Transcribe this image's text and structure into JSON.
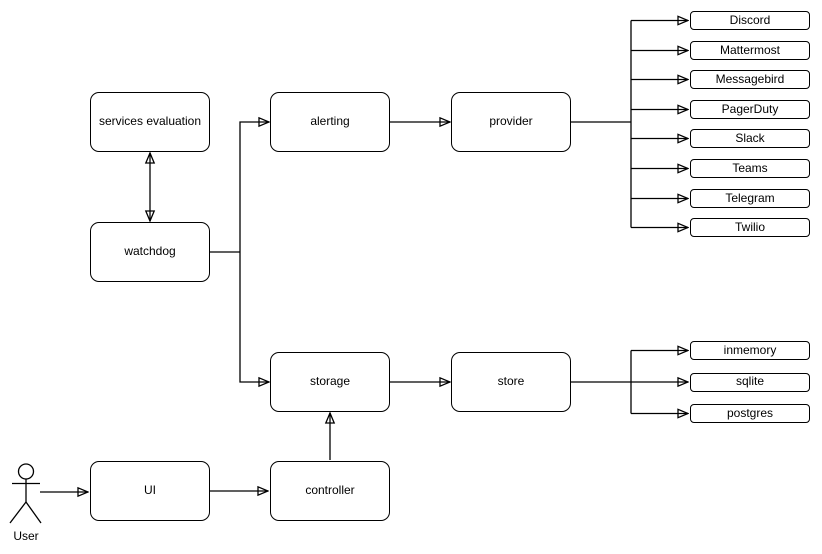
{
  "nodes": {
    "services_evaluation": "services evaluation",
    "watchdog": "watchdog",
    "alerting": "alerting",
    "provider": "provider",
    "storage": "storage",
    "store": "store",
    "ui": "UI",
    "controller": "controller"
  },
  "providers": [
    "Discord",
    "Mattermost",
    "Messagebird",
    "PagerDuty",
    "Slack",
    "Teams",
    "Telegram",
    "Twilio"
  ],
  "stores": [
    "inmemory",
    "sqlite",
    "postgres"
  ],
  "actor_label": "User",
  "colors": {
    "background": "#ffffff",
    "node_fill": "#ffffff",
    "node_border": "#000000",
    "edge": "#000000",
    "text": "#000000"
  }
}
